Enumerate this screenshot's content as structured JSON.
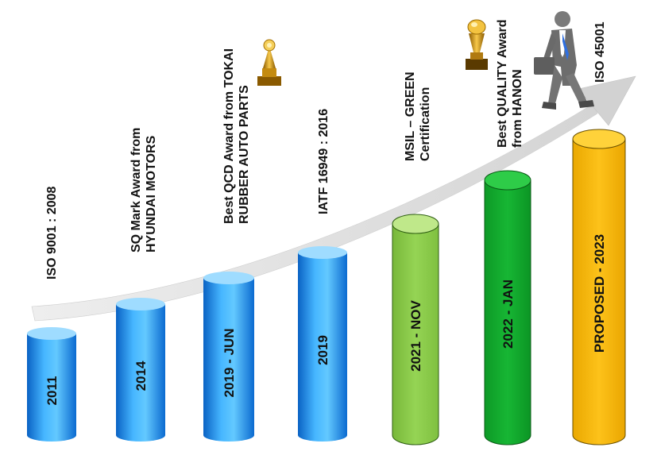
{
  "colors": {
    "blue_top": "#9fdcff",
    "blue_body_light": "#5ec4ff",
    "blue_body_dark": "#0e72d6",
    "green_light_top": "#bfe88a",
    "green_light_body": "#8fd14e",
    "green_dark_top": "#2ecc48",
    "green_dark_body": "#0fa82a",
    "yellow_top": "#ffd23a",
    "yellow_body": "#f6b400",
    "arrow": "#dcdcdc",
    "label_text": "#111111"
  },
  "milestones": [
    {
      "year": "2011",
      "caption_lines": [
        "ISO 9001 : 2008"
      ],
      "style": "blue",
      "text_color": "#111111"
    },
    {
      "year": "2014",
      "caption_lines": [
        "SQ Mark  Award from",
        "HYUNDAI MOTORS"
      ],
      "style": "blue",
      "text_color": "#111111"
    },
    {
      "year": "2019 - JUN",
      "caption_lines": [
        "Best QCD Award from TOKAI",
        "RUBBER AUTO PARTS"
      ],
      "style": "blue",
      "text_color": "#111111",
      "trophy_icon": "trophy-icon"
    },
    {
      "year": "2019",
      "caption_lines": [
        "IATF 16949 : 2016"
      ],
      "style": "blue",
      "text_color": "#111111"
    },
    {
      "year": "2021 - NOV",
      "caption_lines": [
        "MSIL – GREEN",
        "Certification"
      ],
      "style": "green_light",
      "text_color": "#111111"
    },
    {
      "year": "2022 - JAN",
      "caption_lines": [
        "Best QUALITY Award",
        "from HANON"
      ],
      "style": "green_dark",
      "text_color": "#111111",
      "trophy_icon": "trophy-icon"
    },
    {
      "year": "PROPOSED - 2023",
      "caption_lines": [
        "ISO 45001"
      ],
      "style": "yellow",
      "text_color": "#111111",
      "person_icon": "businessman-climbing-icon"
    }
  ]
}
